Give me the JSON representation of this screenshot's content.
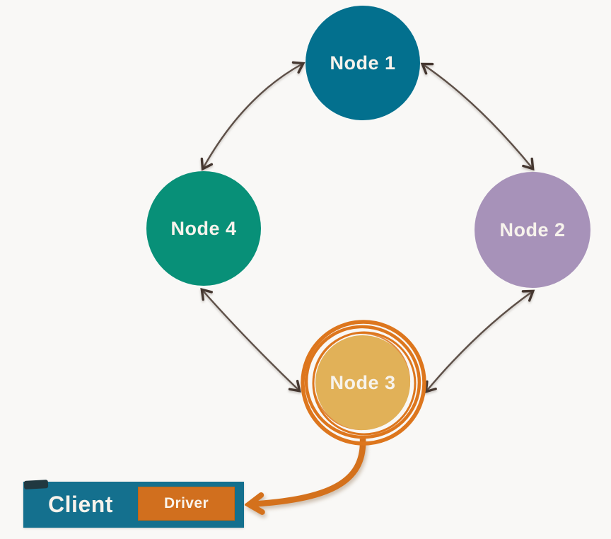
{
  "diagram": {
    "title": "ring-cluster-topology",
    "background_color": "#f9f8f6",
    "nodes": [
      {
        "id": "node-1",
        "label": "Node 1",
        "color": "#03708e",
        "position": "top",
        "highlighted": false
      },
      {
        "id": "node-2",
        "label": "Node 2",
        "color": "#a792b9",
        "position": "right",
        "highlighted": false
      },
      {
        "id": "node-3",
        "label": "Node 3",
        "color": "#e1b158",
        "position": "bottom",
        "highlighted": true,
        "highlight_ring_color": "#dd761d"
      },
      {
        "id": "node-4",
        "label": "Node 4",
        "color": "#089078",
        "position": "left",
        "highlighted": false
      }
    ],
    "connections": [
      {
        "from": "Node 1",
        "to": "Node 2",
        "bidirectional": true,
        "color": "#5d4f47"
      },
      {
        "from": "Node 2",
        "to": "Node 3",
        "bidirectional": true,
        "color": "#5d4f47"
      },
      {
        "from": "Node 3",
        "to": "Node 4",
        "bidirectional": true,
        "color": "#5d4f47"
      },
      {
        "from": "Node 4",
        "to": "Node 1",
        "bidirectional": true,
        "color": "#5d4f47"
      }
    ],
    "client_arrow": {
      "from": "Node 3",
      "to": "Driver",
      "color": "#d4711c"
    },
    "client": {
      "label": "Client",
      "color": "#14708e"
    },
    "driver": {
      "label": "Driver",
      "color": "#d16f1e"
    }
  }
}
